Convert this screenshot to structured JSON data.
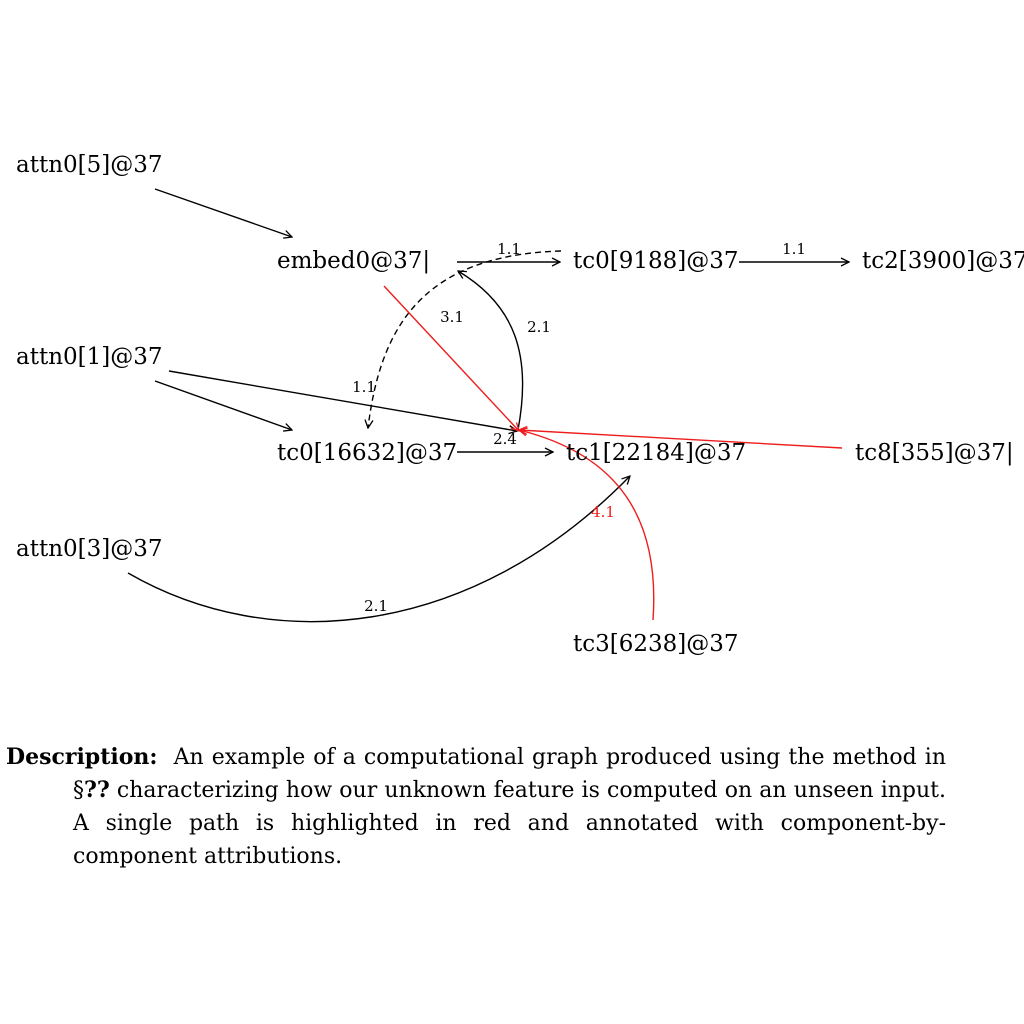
{
  "nodes": [
    {
      "id": "attn0_5",
      "label": "attn0[5]@37"
    },
    {
      "id": "embed0",
      "label": "embed0@37|"
    },
    {
      "id": "tc0_9188",
      "label": "tc0[9188]@37"
    },
    {
      "id": "tc2_3900",
      "label": "tc2[3900]@37"
    },
    {
      "id": "attn0_1",
      "label": "attn0[1]@37"
    },
    {
      "id": "tc0_16632",
      "label": "tc0[16632]@37"
    },
    {
      "id": "tc1_22184",
      "label": "tc1[22184]@37"
    },
    {
      "id": "tc8_355",
      "label": "tc8[355]@37|"
    },
    {
      "id": "attn0_3",
      "label": "attn0[3]@37"
    },
    {
      "id": "tc3_6238",
      "label": "tc3[6238]@37"
    }
  ],
  "edges": [
    {
      "id": "attn0_5-embed0",
      "from": "attn0_5",
      "to": "embed0",
      "label": "",
      "style": "solid",
      "highlight": false
    },
    {
      "id": "embed0-tc0_9188",
      "from": "embed0",
      "to": "tc0_9188",
      "label": "1.1",
      "style": "solid",
      "highlight": false
    },
    {
      "id": "tc0_9188-tc2_3900",
      "from": "tc0_9188",
      "to": "tc2_3900",
      "label": "1.1",
      "style": "solid",
      "highlight": false
    },
    {
      "id": "tc0_9188-tc0_16632",
      "from": "tc0_9188",
      "to": "tc0_16632",
      "label": "3.1",
      "style": "dashed",
      "highlight": false
    },
    {
      "id": "tc1_22184-embed0",
      "from": "tc1_22184",
      "to": "embed0",
      "label": "2.1",
      "style": "solid",
      "highlight": false
    },
    {
      "id": "attn0_1-tc1_22184",
      "from": "attn0_1",
      "to": "tc1_22184",
      "label": "1.1",
      "style": "solid",
      "highlight": false
    },
    {
      "id": "attn0_1-tc0_16632",
      "from": "attn0_1",
      "to": "tc0_16632",
      "label": "",
      "style": "solid",
      "highlight": false
    },
    {
      "id": "tc0_16632-tc1_22184",
      "from": "tc0_16632",
      "to": "tc1_22184",
      "label": "2.4",
      "style": "solid",
      "highlight": false
    },
    {
      "id": "attn0_3-tc1_22184",
      "from": "attn0_3",
      "to": "tc1_22184",
      "label": "2.1",
      "style": "solid",
      "highlight": false
    },
    {
      "id": "embed0-tc1_22184",
      "from": "embed0",
      "to": "tc1_22184",
      "label": "",
      "style": "solid",
      "highlight": true
    },
    {
      "id": "tc8_355-tc1_22184",
      "from": "tc8_355",
      "to": "tc1_22184",
      "label": "",
      "style": "solid",
      "highlight": true
    },
    {
      "id": "tc3_6238-tc1_22184",
      "from": "tc3_6238",
      "to": "tc1_22184",
      "label": "4.1",
      "style": "solid",
      "highlight": true
    }
  ],
  "colors": {
    "default": "#000000",
    "highlight": "#ee1c1c"
  },
  "caption": {
    "label": "Description:",
    "text_before_ref": "An example of a computational graph produced using the method in §",
    "ref": "??",
    "text_after_ref": " characterizing how our unknown feature is computed on an unseen input. A single path is highlighted in red and annotated with component-by-component attributions."
  }
}
